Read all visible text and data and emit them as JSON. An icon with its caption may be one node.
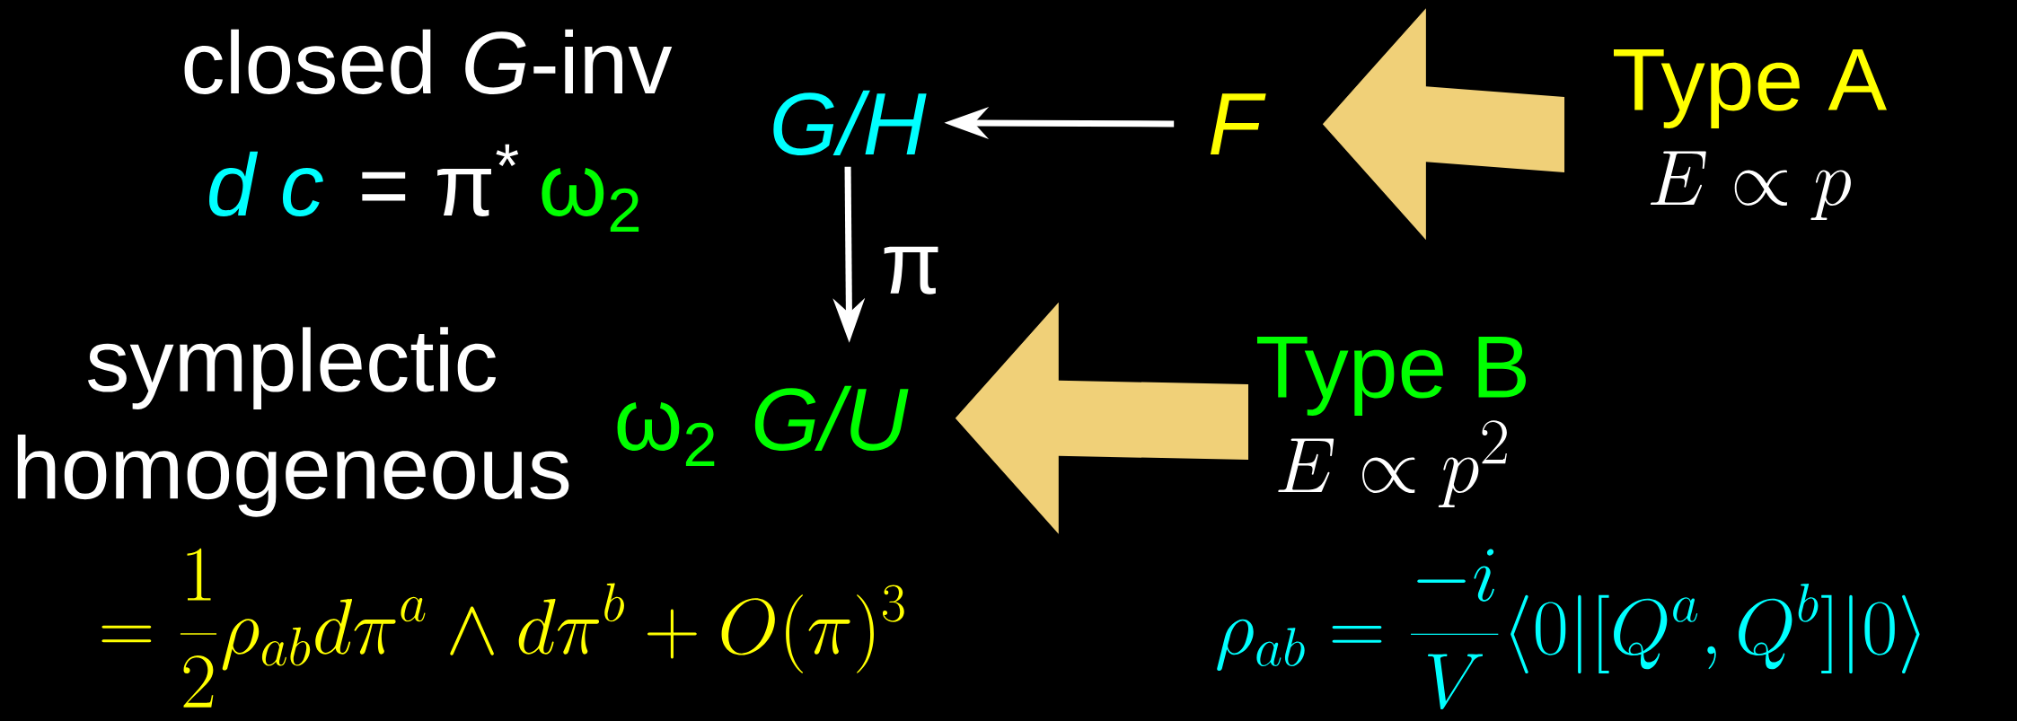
{
  "diagram": {
    "nodes": [
      {
        "text": [
          "G/H"
        ]
      },
      {
        "text": [
          "F"
        ]
      },
      {
        "text": [
          "G/U"
        ],
        "beside": [
          "ω$_{2}$"
        ]
      },
      {
        "text": [
          "Type A",
          "E \\propto p"
        ]
      },
      {
        "text": [
          "Type B",
          "E \\propto p^2"
        ]
      }
    ],
    "edges": [
      {
        "from": 1,
        "to": 0,
        "arrow": "to"
      },
      {
        "from": 0,
        "to": 2,
        "arrow": "to",
        "label": "π"
      },
      {
        "from": 3,
        "to": 1,
        "arrow": "to",
        "style": "thick",
        "color": "#f0d078"
      },
      {
        "from": 4,
        "to": 2,
        "arrow": "to",
        "style": "thick",
        "color": "#f0d078"
      }
    ],
    "labels": [
      "closed *G*-inv",
      "d c",
      "= π$^{*}$",
      "ω$_{2}$",
      "symplectic homogeneous",
      "= \\frac{1}{2}\\rho_{ab}d\\pi^a\\wedge d\\pi^b+O(\\pi)^3",
      "\\rho_{ab}=\\frac{-i}{V}\\langle 0|[Q^a,Q^b]|0\\rangle"
    ]
  }
}
